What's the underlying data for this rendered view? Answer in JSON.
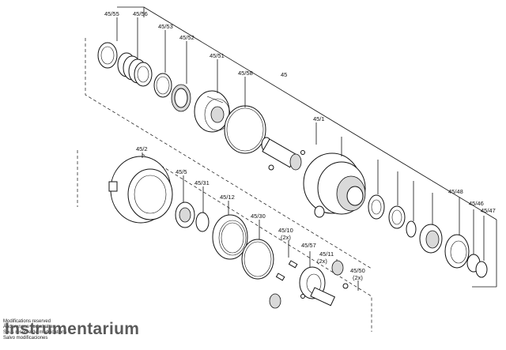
{
  "labels": {
    "p45_55": "45/55",
    "p45_56": "45/56",
    "p45_53": "45/53",
    "p45_52": "45/52",
    "p45_51": "45/51",
    "p45_58": "45/58",
    "p45": "45",
    "p45_1": "45/1",
    "p45_2": "45/2",
    "p45_5": "45/5",
    "p45_31": "45/31",
    "p45_12": "45/12",
    "p45_30": "45/30",
    "p45_10": "45/10",
    "p45_10_qty": "(2x)",
    "p45_57": "45/57",
    "p45_11": "45/11",
    "p45_11_qty": "(2x)",
    "p45_50": "45/50",
    "p45_50_qty": "(2x)",
    "p45_48": "45/48",
    "p45_46": "45/46",
    "p45_47": "45/47"
  },
  "footer": {
    "line1": "Modifications reserved",
    "line2": "Änderungen vorbehalten",
    "line3": "Sous réserve de modifications",
    "line4": "Salvo modificaciones",
    "brand": "Instrumentarium"
  }
}
